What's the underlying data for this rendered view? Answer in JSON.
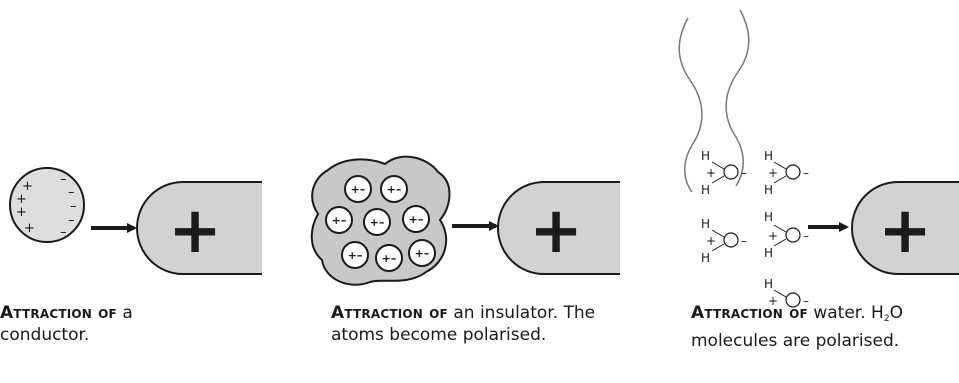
{
  "panels": [
    {
      "caption_lead": "Attraction of",
      "caption_rest": " a conductor."
    },
    {
      "caption_lead": "Attraction of",
      "caption_rest": " an insulator. The atoms become polarised."
    },
    {
      "caption_lead": "Attraction of",
      "caption_rest_a": " water. H",
      "caption_sub": "2",
      "caption_rest_b": "O molecules are polarised."
    }
  ],
  "symbols": {
    "rod": "+",
    "conductor_plus": "+",
    "conductor_minus": "–",
    "atom": "+–",
    "hydrogen": "H",
    "h_plus": "+",
    "o_minus": "–"
  },
  "colors": {
    "rod_fill": "#d2d2d2",
    "lump_fill": "#c8c8c8",
    "sphere_fill": "#dedede",
    "ink": "#1a1a1a"
  }
}
